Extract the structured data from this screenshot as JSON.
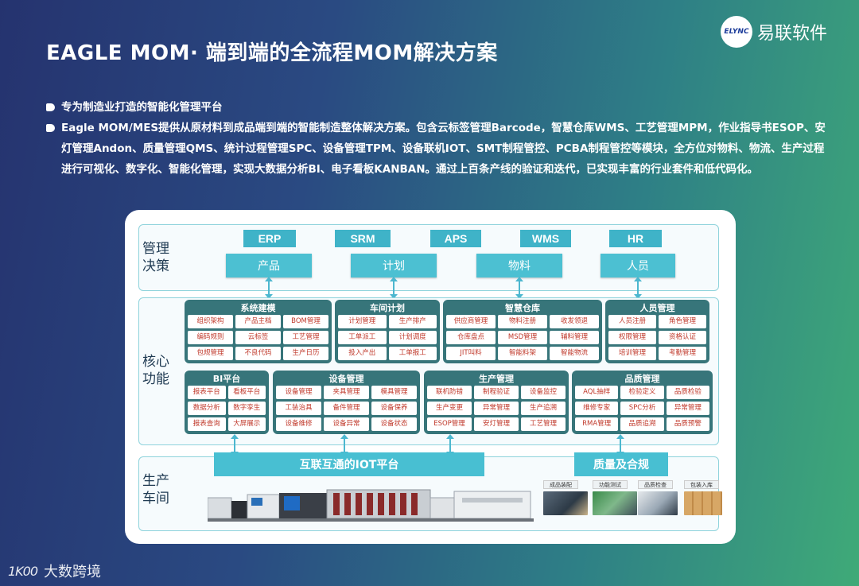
{
  "header": {
    "title": "EAGLE MOM· 端到端的全流程MOM解决方案",
    "logo_badge": "ELYNC",
    "logo_text": "易联软件"
  },
  "bullets": [
    "专为制造业打造的智能化管理平台",
    "Eagle MOM/MES提供从原材料到成品端到端的智能制造整体解决方案。包含云标签管理Barcode，智慧仓库WMS、工艺管理MPM，作业指导书ESOP、安灯管理Andon、质量管理QMS、统计过程管理SPC、设备管理TPM、设备联机IOT、SMT制程管控、PCBA制程管控等模块，全方位对物料、物流、生产过程进行可视化、数字化、智能化管理，实现大数据分析BI、电子看板KANBAN。通过上百条产线的验证和迭代，已实现丰富的行业套件和低代码化。"
  ],
  "diagram": {
    "sections": {
      "management": "管理决策",
      "core": "核心功能",
      "workshop": "生产车间"
    },
    "top_systems": [
      "ERP",
      "SRM",
      "APS",
      "WMS",
      "HR"
    ],
    "top_categories": [
      "产品",
      "计划",
      "物料",
      "人员"
    ],
    "row1": [
      {
        "title": "系统建模",
        "items": [
          "组织架构",
          "产品主档",
          "BOM管理",
          "编码规则",
          "云标签",
          "工艺管理",
          "包规管理",
          "不良代码",
          "生产日历"
        ]
      },
      {
        "title": "车间计划",
        "items": [
          "计划管理",
          "生产排产",
          "工单派工",
          "计划调度",
          "投入产出",
          "工单报工"
        ]
      },
      {
        "title": "智慧仓库",
        "items": [
          "供应商管理",
          "物料注册",
          "收发领退",
          "仓库盘点",
          "MSD管理",
          "辅料管理",
          "JIT叫料",
          "智能料架",
          "智能物流"
        ]
      },
      {
        "title": "人员管理",
        "items": [
          "人员注册",
          "角色管理",
          "权限管理",
          "资格认证",
          "培训管理",
          "考勤管理"
        ]
      }
    ],
    "row2": [
      {
        "title": "BI平台",
        "items": [
          "报表平台",
          "看板平台",
          "数据分析",
          "数字孪生",
          "报表查询",
          "大屏展示"
        ]
      },
      {
        "title": "设备管理",
        "items": [
          "设备管理",
          "夹具管理",
          "模具管理",
          "工装治具",
          "备件管理",
          "设备保养",
          "设备维修",
          "设备异常",
          "设备状态"
        ]
      },
      {
        "title": "生产管理",
        "items": [
          "联机防错",
          "制程验证",
          "设备监控",
          "生产变更",
          "异常管理",
          "生产追溯",
          "ESOP管理",
          "安灯管理",
          "工艺管理"
        ]
      },
      {
        "title": "品质管理",
        "items": [
          "AQL抽样",
          "检验定义",
          "品质检验",
          "维修专家",
          "SPC分析",
          "异常管理",
          "RMA管理",
          "品质追溯",
          "品质预警"
        ]
      }
    ],
    "iot_platform": "互联互通的IOT平台",
    "quality_compliance": "质量及合规",
    "photos": [
      "成品装配",
      "功能测试",
      "品质检查",
      "包装入库"
    ]
  },
  "footer": {
    "brand_mark": "1K00",
    "brand_text": "大数跨境"
  },
  "colors": {
    "module_bg": "#37757a",
    "top_system": "#3fb3c8",
    "top_category": "#4cc0d2",
    "cell_text": "#c0392b"
  }
}
